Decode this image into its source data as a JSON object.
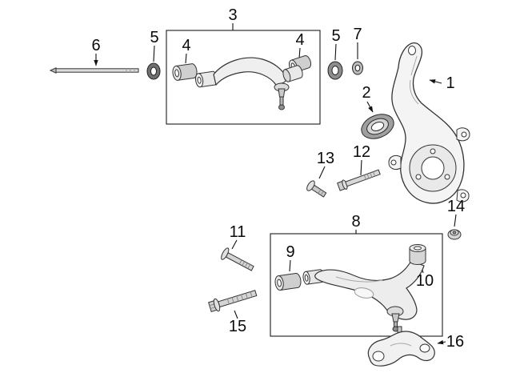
{
  "diagram": {
    "background_color": "#ffffff",
    "line_color": "#2b2b2b",
    "labels": [
      {
        "text": "3"
      },
      {
        "text": "6"
      },
      {
        "text": "5"
      },
      {
        "text": "4"
      },
      {
        "text": "4"
      },
      {
        "text": "5"
      },
      {
        "text": "7"
      },
      {
        "text": "1"
      },
      {
        "text": "2"
      },
      {
        "text": "13"
      },
      {
        "text": "12"
      },
      {
        "text": "14"
      },
      {
        "text": "8"
      },
      {
        "text": "11"
      },
      {
        "text": "9"
      },
      {
        "text": "10"
      },
      {
        "text": "15"
      },
      {
        "text": "16"
      }
    ]
  }
}
